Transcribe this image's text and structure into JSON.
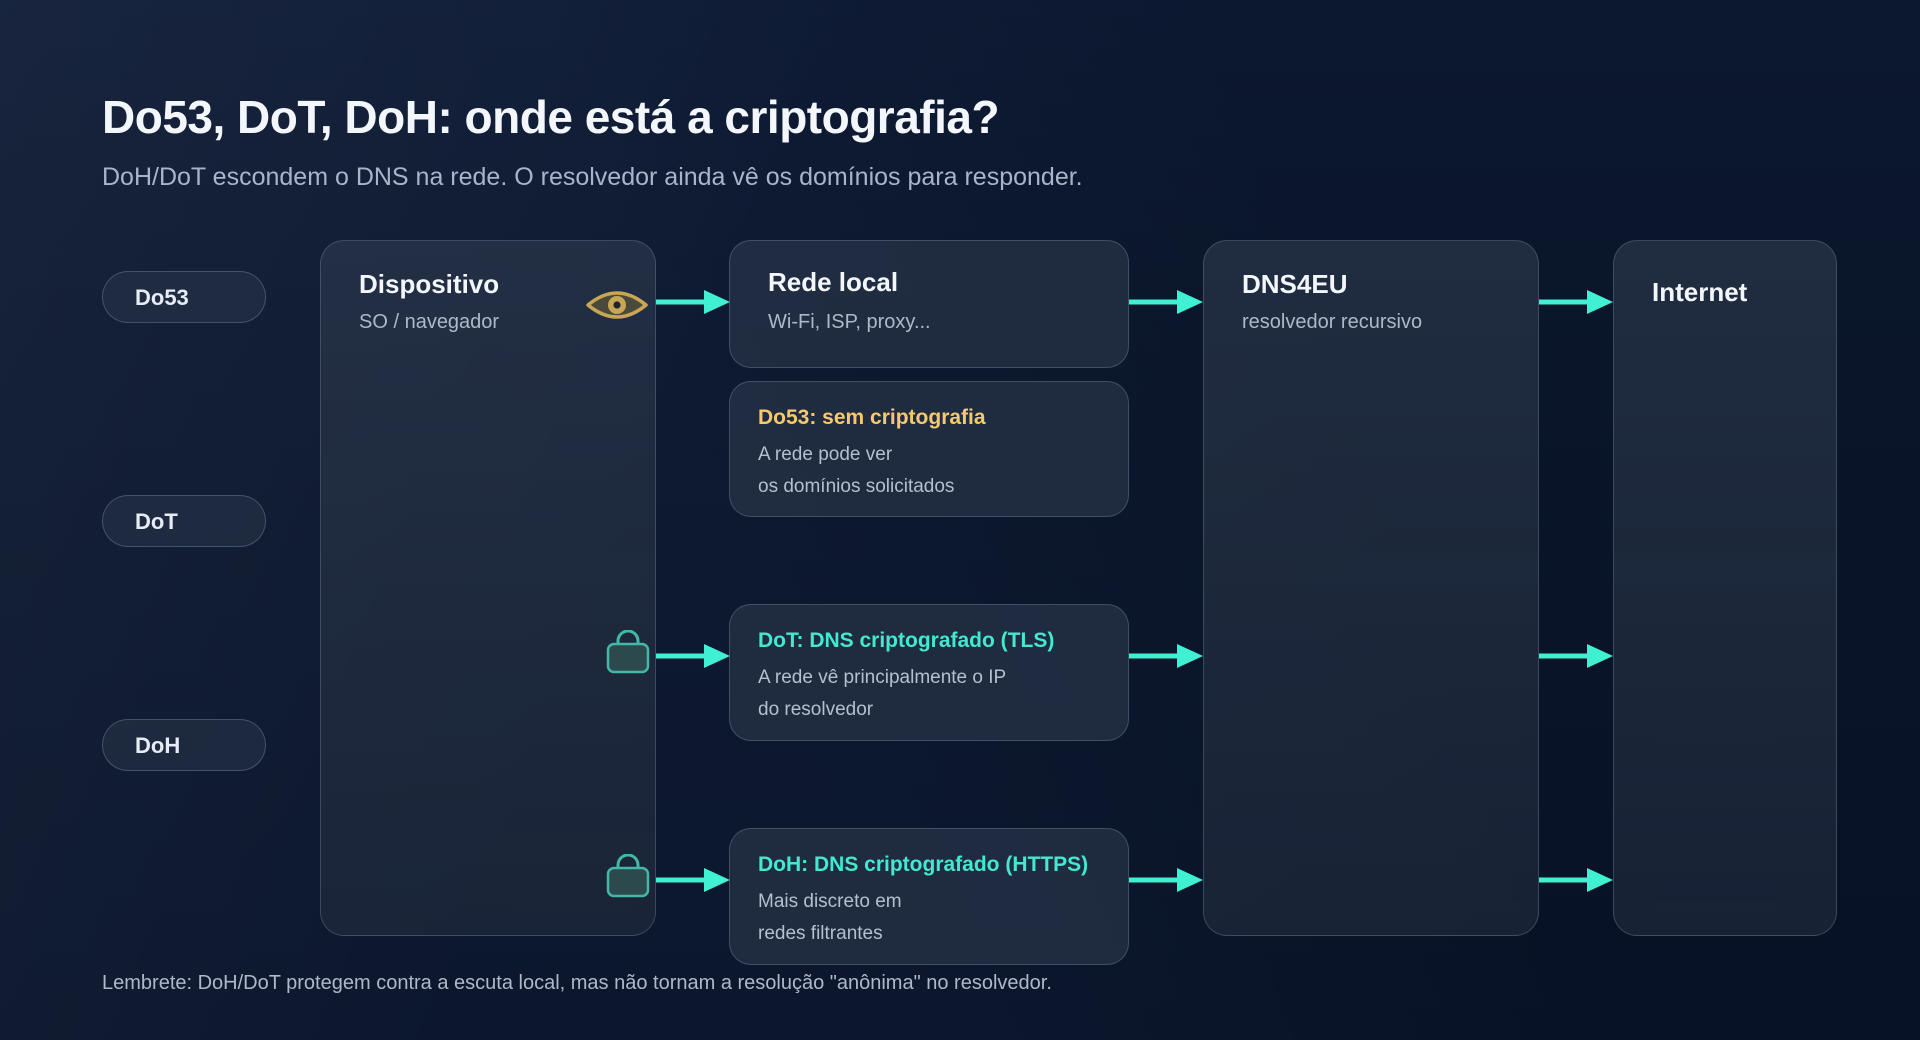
{
  "header": {
    "title": "Do53, DoT, DoH: onde está a criptografia?",
    "subtitle": "DoH/DoT escondem o DNS na rede. O resolvedor ainda vê os domínios para responder."
  },
  "rows": [
    {
      "label": "Do53"
    },
    {
      "label": "DoT"
    },
    {
      "label": "DoH"
    }
  ],
  "columns": {
    "device": {
      "title": "Dispositivo",
      "subtitle": "SO / navegador"
    },
    "local": {
      "title": "Rede local",
      "subtitle": "Wi-Fi, ISP, proxy..."
    },
    "resolver": {
      "title": "DNS4EU",
      "subtitle": "resolvedor recursivo"
    },
    "internet": {
      "title": "Internet"
    }
  },
  "boxes": {
    "do53": {
      "title": "Do53: sem criptografia",
      "line1": "A rede pode ver",
      "line2": "os domínios solicitados",
      "icon": "eye-icon",
      "color": "#f5c970"
    },
    "dot": {
      "title": "DoT: DNS criptografado (TLS)",
      "line1": "A rede vê principalmente o IP",
      "line2": "do resolvedor",
      "icon": "lock-icon",
      "color": "#44e8cf"
    },
    "doh": {
      "title": "DoH: DNS criptografado (HTTPS)",
      "line1": "Mais discreto em",
      "line2": "redes filtrantes",
      "icon": "lock-icon",
      "color": "#44e8cf"
    }
  },
  "colors": {
    "arrow": "#3ff0d2",
    "eye": "#c9a654",
    "lock": "#43b8a6"
  },
  "footer": {
    "note": "Lembrete: DoH/DoT protegem contra a escuta local, mas não tornam a resolução \"anônima\" no resolvedor."
  }
}
